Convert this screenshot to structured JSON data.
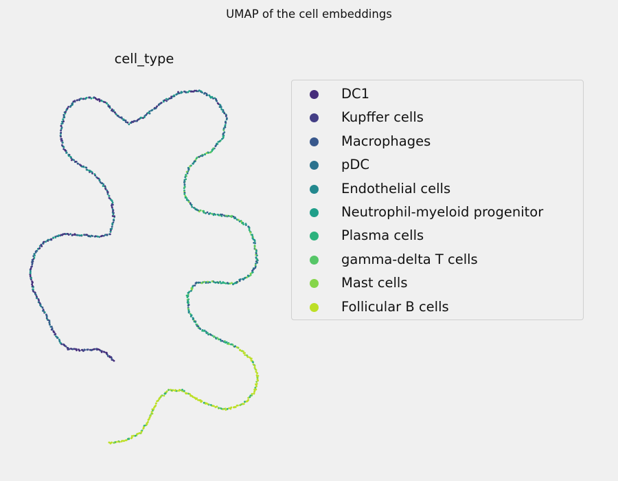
{
  "figure": {
    "suptitle": "UMAP of the cell embeddings",
    "axes_title": "cell_type"
  },
  "chart_data": {
    "type": "scatter",
    "title": "cell_type",
    "grid": false,
    "axes_visible": false,
    "legend_position": "right, outside plot",
    "legend": [
      {
        "label": "DC1",
        "color": "#472d7b"
      },
      {
        "label": "Kupffer cells",
        "color": "#433e85"
      },
      {
        "label": "Macrophages",
        "color": "#38588c"
      },
      {
        "label": "pDC",
        "color": "#2c728e"
      },
      {
        "label": "Endothelial cells",
        "color": "#23888e"
      },
      {
        "label": "Neutrophil-myeloid progenitor",
        "color": "#1f9e89"
      },
      {
        "label": "Plasma cells",
        "color": "#2db27d"
      },
      {
        "label": "gamma-delta T cells",
        "color": "#56c667"
      },
      {
        "label": "Mast cells",
        "color": "#85d54a"
      },
      {
        "label": "Follicular B cells",
        "color": "#bddf26"
      }
    ],
    "trajectory_xy": [
      [
        166,
        525
      ],
      [
        155,
        514
      ],
      [
        140,
        508
      ],
      [
        120,
        510
      ],
      [
        100,
        508
      ],
      [
        88,
        498
      ],
      [
        77,
        482
      ],
      [
        68,
        460
      ],
      [
        57,
        440
      ],
      [
        48,
        420
      ],
      [
        44,
        395
      ],
      [
        50,
        370
      ],
      [
        65,
        352
      ],
      [
        90,
        341
      ],
      [
        120,
        342
      ],
      [
        145,
        345
      ],
      [
        160,
        340
      ],
      [
        166,
        320
      ],
      [
        163,
        295
      ],
      [
        155,
        275
      ],
      [
        142,
        258
      ],
      [
        125,
        245
      ],
      [
        105,
        232
      ],
      [
        92,
        215
      ],
      [
        88,
        192
      ],
      [
        95,
        162
      ],
      [
        110,
        146
      ],
      [
        135,
        142
      ],
      [
        155,
        150
      ],
      [
        170,
        167
      ],
      [
        188,
        180
      ],
      [
        210,
        170
      ],
      [
        235,
        150
      ],
      [
        260,
        135
      ],
      [
        290,
        132
      ],
      [
        315,
        145
      ],
      [
        330,
        170
      ],
      [
        325,
        200
      ],
      [
        308,
        220
      ],
      [
        288,
        230
      ],
      [
        275,
        245
      ],
      [
        268,
        265
      ],
      [
        270,
        288
      ],
      [
        285,
        305
      ],
      [
        310,
        312
      ],
      [
        340,
        315
      ],
      [
        362,
        330
      ],
      [
        370,
        350
      ],
      [
        375,
        380
      ],
      [
        365,
        400
      ],
      [
        340,
        413
      ],
      [
        310,
        410
      ],
      [
        285,
        412
      ],
      [
        273,
        430
      ],
      [
        276,
        455
      ],
      [
        290,
        478
      ],
      [
        315,
        492
      ],
      [
        345,
        505
      ],
      [
        368,
        525
      ],
      [
        376,
        550
      ],
      [
        370,
        572
      ],
      [
        355,
        588
      ],
      [
        330,
        596
      ],
      [
        305,
        590
      ],
      [
        285,
        580
      ],
      [
        265,
        568
      ],
      [
        245,
        568
      ],
      [
        228,
        585
      ],
      [
        218,
        608
      ],
      [
        205,
        630
      ],
      [
        180,
        642
      ],
      [
        157,
        645
      ]
    ]
  }
}
